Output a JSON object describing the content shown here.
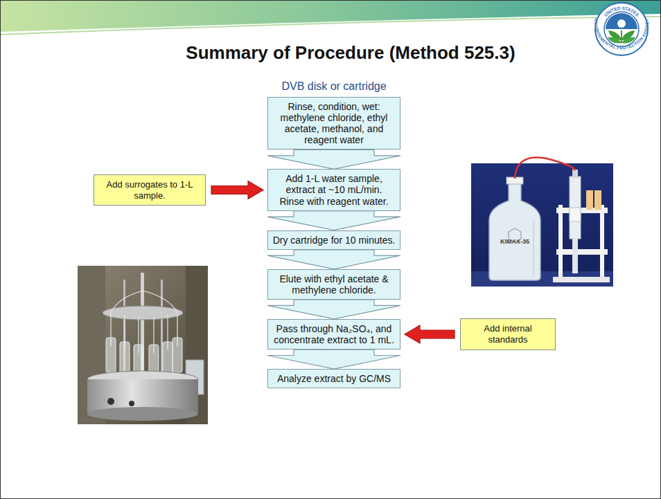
{
  "diagram": {
    "title": "Summary of Procedure (Method 525.3)",
    "nodes": [
      {
        "text": [
          "Rinse, condition, wet: methylene chloride, ethyl acetate, methanol, and reagent water"
        ]
      },
      {
        "text": [
          "Add surrogates to 1-L sample."
        ]
      },
      {
        "text": [
          "Add 1-L water sample, extract at ~10 mL/min. Rinse with reagent water."
        ]
      },
      {
        "text": [
          "Dry cartridge for 10 minutes."
        ]
      },
      {
        "text": [
          "Elute with ethyl acetate & methylene chloride."
        ]
      },
      {
        "text": [
          "Pass through Na₂SO₄, and concentrate extract to 1 mL."
        ]
      },
      {
        "text": [
          "Add internal standards"
        ]
      },
      {
        "text": [
          "Analyze extract by GC/MS"
        ]
      }
    ],
    "edges": [
      {
        "from": 0,
        "to": 2,
        "arrow": "to"
      },
      {
        "from": 1,
        "to": 2,
        "arrow": "to"
      },
      {
        "from": 2,
        "to": 3,
        "arrow": "to"
      },
      {
        "from": 3,
        "to": 4,
        "arrow": "to"
      },
      {
        "from": 4,
        "to": 5,
        "arrow": "to"
      },
      {
        "from": 6,
        "to": 5,
        "arrow": "to"
      },
      {
        "from": 5,
        "to": 7,
        "arrow": "to"
      }
    ],
    "labels": [
      "DVB disk or cartridge",
      "KIMAX-35",
      "UNITED STATES",
      "ENVIRONMENTAL PROTECTION AGENCY"
    ]
  }
}
